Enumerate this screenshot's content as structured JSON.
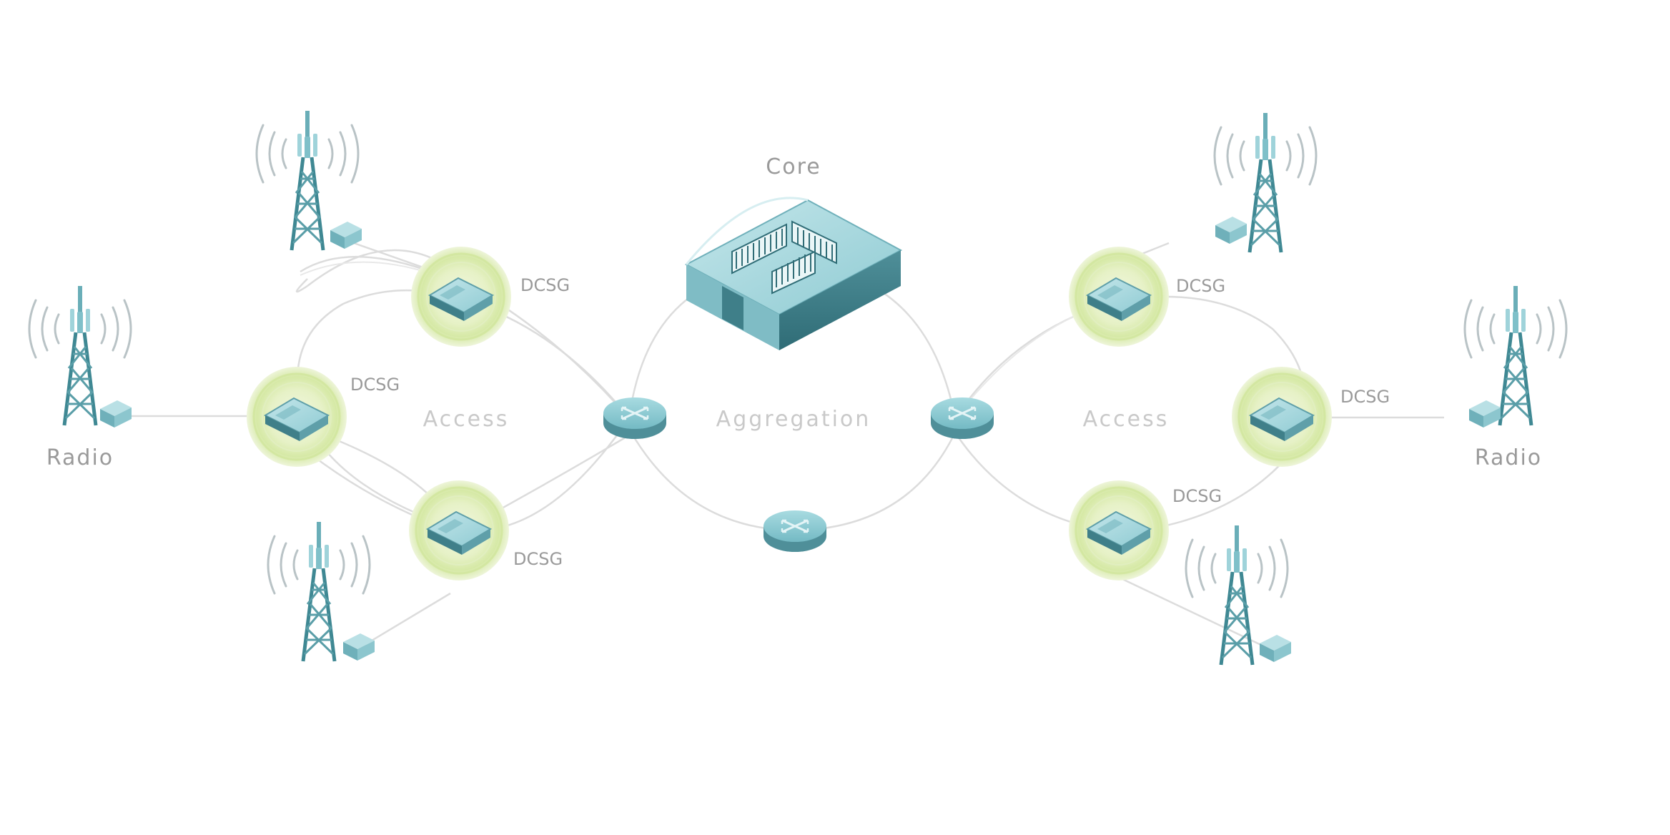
{
  "core_label": "Core",
  "aggregation_label": "Aggregation",
  "access_left_label": "Access",
  "access_right_label": "Access",
  "radio_left_label": "Radio",
  "radio_right_label": "Radio",
  "dcsg_labels": {
    "left_top": "DCSG",
    "left_mid": "DCSG",
    "left_bottom": "DCSG",
    "right_top": "DCSG",
    "right_mid": "DCSG",
    "right_bottom": "DCSG"
  },
  "colors": {
    "teal": "#7fc0c9",
    "teal_dark": "#4f8f99",
    "halo": "#d9ebb0",
    "label": "#9a9a9a"
  }
}
